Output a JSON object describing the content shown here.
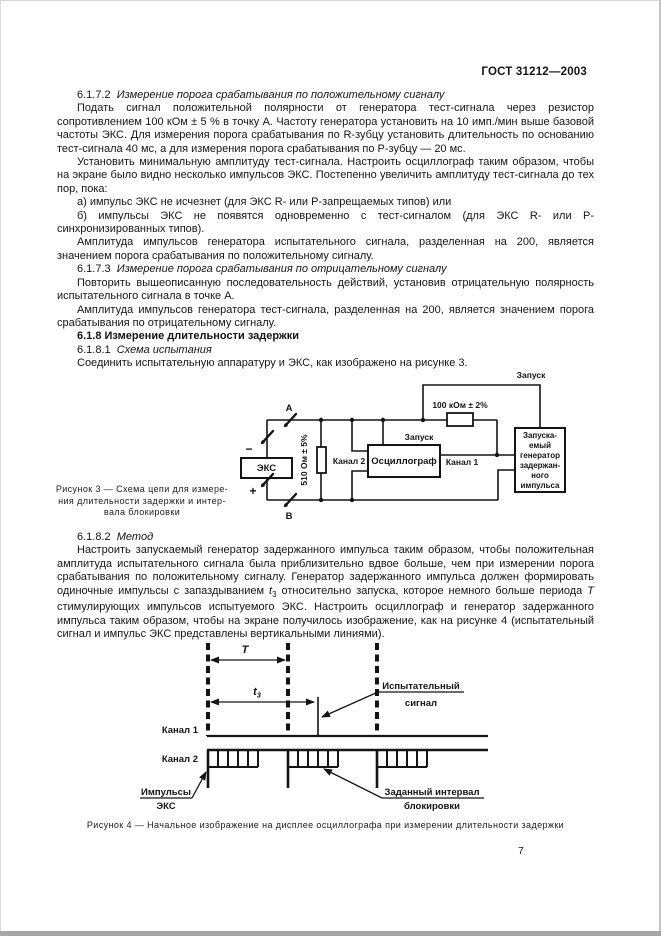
{
  "doc": {
    "header": "ГОСТ 31212—2003",
    "page_number": "7"
  },
  "content": {
    "h6172_num": "6.1.7.2",
    "h6172_title": "Измерение порога срабатывания по положительному сигналу",
    "p1": "Подать сигнал положительной полярности от генератора тест-сигнала через резистор сопротивлением 100 кОм ± 5 % в точку А. Частоту генератора установить на 10 имп./мин выше базовой частоты ЭКС. Для измерения порога срабатывания по R-зубцу установить длительность по основанию тест-сигнала 40 мс, а для измерения порога срабатывания по Р-зубцу — 20 мс.",
    "p2": "Установить минимальную амплитуду тест-сигнала. Настроить осциллограф таким образом, чтобы на экране было видно несколько импульсов ЭКС. Постепенно увеличить амплитуду тест-сигнала до тех пор, пока:",
    "item_a": "а) импульс ЭКС не исчезнет (для ЭКС R- или Р-запрещаемых типов) или",
    "item_b": "б) импульсы ЭКС не появятся одновременно с тест-сигналом (для ЭКС R- или Р-синхронизированных типов).",
    "p3": "Амплитуда импульсов генератора испытательного сигнала, разделенная на 200, является значением порога срабатывания по положительному сигналу.",
    "h6173_num": "6.1.7.3",
    "h6173_title": "Измерение порога срабатывания по отрицательному сигналу",
    "p4": "Повторить вышеописанную последовательность действий, установив отрицательную полярность испытательного сигнала в точке А.",
    "p5": "Амплитуда импульсов генератора тест-сигнала, разделенная на 200, является значением порога срабатывания по отрицательному сигналу.",
    "h618": "6.1.8 Измерение длительности задержки",
    "h6181_num": "6.1.8.1",
    "h6181_title": "Схема испытания",
    "p6": "Соединить испытательную аппаратуру и ЭКС, как изображено на рисунке 3.",
    "h6182_num": "6.1.8.2",
    "h6182_title": "Метод",
    "p7_a": "Настроить запускаемый генератор задержанного импульса таким образом, чтобы положительная амплитуда испытательного сигнала была приблизительно вдвое больше, чем при измерении порога срабатывания по положительному сигналу. Генератор задержанного импульса должен формировать одиночные импульсы с запаздыванием ",
    "p7_t": "t",
    "p7_tsub": "3",
    "p7_b": " относительно запуска, которое немного больше периода ",
    "p7_T": "Т",
    "p7_c": " стимулирующих импульсов испытуемого ЭКС. Настроить осциллограф и генератор задержанного импульса таким образом, чтобы на экране получилось изображение, как на рисунке 4 (испытательный сигнал и импульс ЭКС представлены вертикальными линиями)."
  },
  "fig3": {
    "trigger_top": "Запуск",
    "resistor_100k": "100 кОм ± 2%",
    "trigger_scope": "Запуск",
    "point_a": "А",
    "point_b": "В",
    "minus": "−",
    "plus": "+",
    "ecs_box": "ЭКС",
    "resistor_510": "510 Ом ± 5%",
    "channel2": "Канал 2",
    "oscilloscope": "Осциллограф",
    "channel1": "Канал 1",
    "generator_lines": [
      "Запуска-",
      "емый",
      "генератор",
      "задержан-",
      "ного",
      "импульса"
    ],
    "caption_lines": [
      "Рисунок 3 — Схема цепи для измере-",
      "ния длительности задержки и интер-",
      "вала блокировки"
    ]
  },
  "fig4": {
    "period_label": "Т",
    "delay_label": "t",
    "delay_sub": "3",
    "test_signal_line1": "Испытательный",
    "test_signal_line2": "сигнал",
    "channel1": "Канал 1",
    "channel2": "Канал 2",
    "ecs_pulses_line1": "Импульсы",
    "ecs_pulses_line2": "ЭКС",
    "blocking_line1": "Заданный интервал",
    "blocking_line2": "блокировки",
    "caption": "Рисунок 4 — Начальное изображение на дисплее осциллографа при измерении длительности задержки"
  }
}
